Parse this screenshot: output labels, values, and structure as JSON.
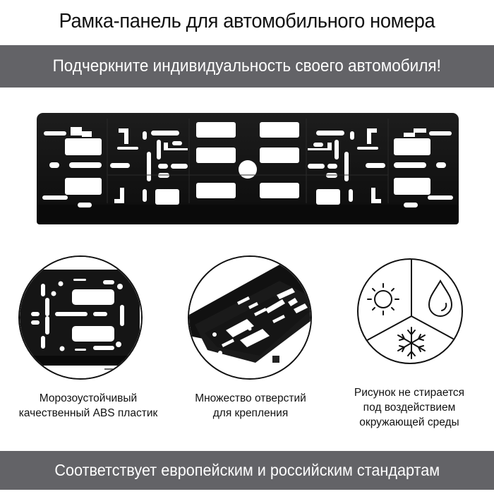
{
  "header": {
    "title": "Рамка-панель для автомобильного номера"
  },
  "banner_top": {
    "text": "Подчеркните индивидуальность своего автомобиля!",
    "color": "#636367"
  },
  "product": {
    "image": "black-license-plate-frame"
  },
  "features": [
    {
      "icon": "plate-frame-closeup-icon",
      "lines": [
        "Морозоустойчивый",
        "качественный ABS пластик"
      ]
    },
    {
      "icon": "plate-frame-angle-icon",
      "lines": [
        "Множество отверстий",
        "для крепления"
      ]
    },
    {
      "icon": "weather-sun-rain-snow-icon",
      "lines": [
        "Рисунок не стирается",
        "под воздействием",
        "окружающей среды"
      ]
    }
  ],
  "banner_bottom": {
    "text": "Соответствует европейским и российским стандартам",
    "color": "#636367"
  }
}
